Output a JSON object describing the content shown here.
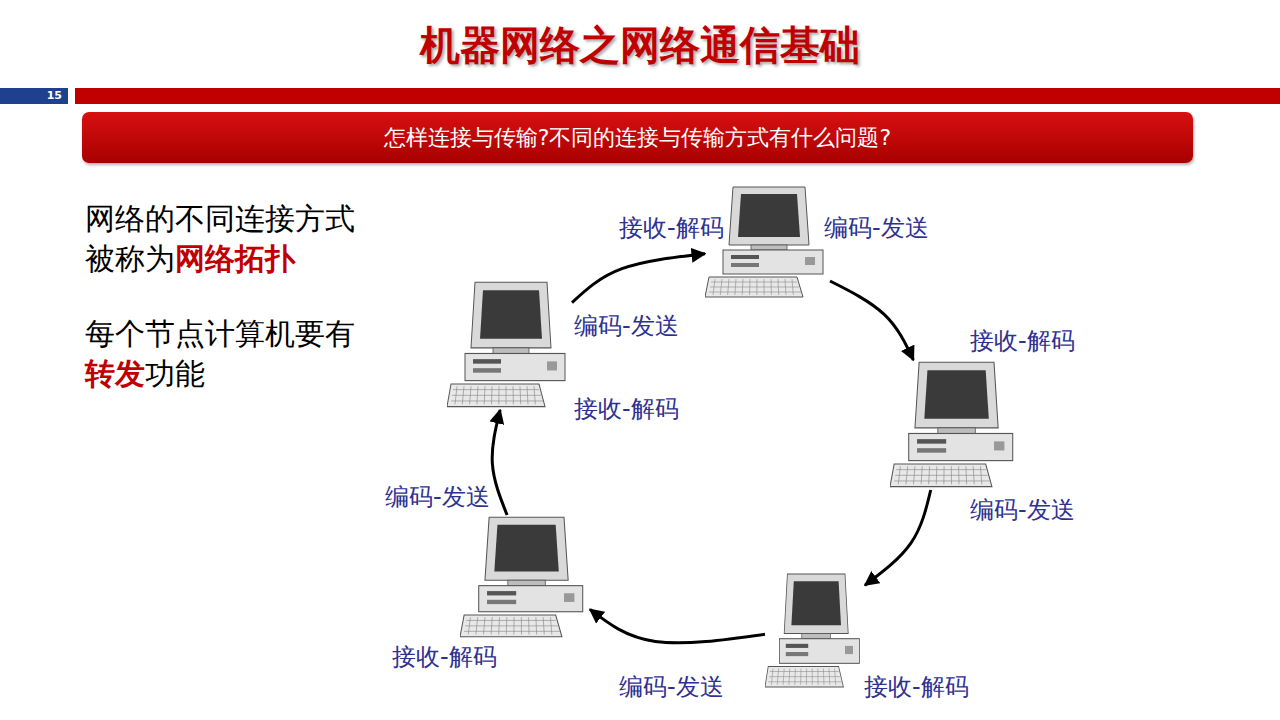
{
  "diagram": {
    "title": "机器网络之网络通信基础",
    "nodes": [
      {
        "text": [
          "15"
        ]
      },
      {
        "text": [
          "怎样连接与传输?不同的连接与传输方式有什么问题?"
        ]
      },
      {
        "text": [
          "接收-解码",
          "编码-发送"
        ]
      },
      {
        "text": [
          "接收-解码",
          "编码-发送"
        ]
      },
      {
        "text": [
          "编码-发送",
          "接收-解码"
        ]
      },
      {
        "text": [
          "编码-发送",
          "接收-解码"
        ]
      },
      {
        "text": [
          "编码-发送",
          "接收-解码"
        ]
      }
    ],
    "edges": [
      {
        "from": 6,
        "to": 2,
        "arrow": "to"
      },
      {
        "from": 2,
        "to": 3,
        "arrow": "to"
      },
      {
        "from": 3,
        "to": 4,
        "arrow": "to"
      },
      {
        "from": 4,
        "to": 5,
        "arrow": "to"
      },
      {
        "from": 5,
        "to": 6,
        "arrow": "to"
      }
    ],
    "labels": [
      "网络的不同连接方式",
      "被称为",
      "网络拓扑",
      "每个节点计算机要有",
      "转发",
      "功能"
    ]
  }
}
